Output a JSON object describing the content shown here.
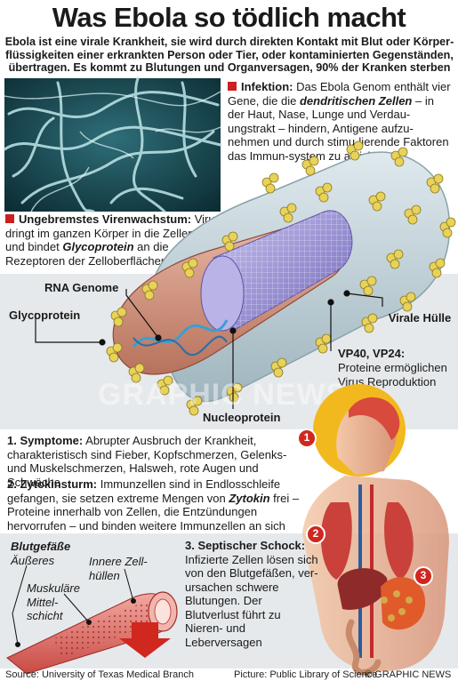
{
  "title": "Was Ebola so tödlich macht",
  "subtitle": "Ebola ist eine virale Krankheit, sie wird durch direkten Kontakt mit Blut oder Körper-flüssigkeiten einer erkrankten Person oder Tier, oder kontaminierten Gegenständen, übertragen. Es kommt zu Blutungen und Organversagen, 90% der Kranken sterben",
  "infektion": {
    "head": "Infektion:",
    "t1": " Das Ebola Genom enthält vier Gene, die die ",
    "em": "dendritischen Zellen",
    "t2": " – in der Haut, Nase, Lunge und Verdau-ungstrakt – hindern, Antigene aufzu-nehmen und durch stimu-lierende Faktoren das Immun-system zu aktivieren"
  },
  "wachstum": {
    "head": "Ungebremstes Virenwachstum:",
    "t1": " Virus dringt im ganzen Körper in die Zellen ein und bindet ",
    "em": "Glycoprotein",
    "t2": " an die Rezeptoren der Zelloberflächen"
  },
  "labels": {
    "rna": "RNA Genome",
    "glyco": "Glycoprotein",
    "huelle": "Virale Hülle",
    "vp": "VP40, VP24:",
    "vp_text": "Proteine ermöglichen Virus Reproduktion",
    "nucleo": "Nucleoprotein"
  },
  "watermark": "GRAPHIC NEWS",
  "symptome": {
    "head": "1. Symptome:",
    "text": " Abrupter Ausbruch der Krankheit, charakteristisch sind Fieber, Kopfschmerzen, Gelenks- und Muskelschmerzen, Halsweh, rote Augen und Schwäche"
  },
  "zytokin": {
    "head": "2. Zytokinsturm:",
    "t1": " Immunzellen sind in Endlosschleife gefangen, sie setzen extreme Mengen von ",
    "em": "Zytokin",
    "t2": " frei – Proteine innerhalb von Zellen, die Entzündungen hervorrufen – und binden weitere Immunzellen an sich"
  },
  "blutgefaesse": {
    "head": "Blutgefäße",
    "aeusseres": "Äußeres",
    "innere": "Innere Zell-hüllen",
    "muskel": "Muskuläre Mittel-schicht"
  },
  "schock": {
    "head": "3. Septischer Schock:",
    "text": " Infizierte Zellen lösen sich von den Blutgefäßen, ver-ursachen schwere Blutungen. Der Blutverlust führt zu Nieren- und Leberversagen"
  },
  "badges": [
    "1",
    "2",
    "3"
  ],
  "footer": {
    "source": "Source: University of Texas Medical Branch",
    "picture": "Picture: Public Library of Science",
    "copyright": "© GRAPHIC NEWS"
  },
  "colors": {
    "accent_red": "#cc1f1f",
    "band_gray": "#e6e9eb",
    "virus_yellow": "#e8d25a",
    "virus_body": "#c9d7dd"
  },
  "icons": [
    "micrograph-image",
    "virus-illustration",
    "human-body-illustration",
    "blood-vessel-illustration",
    "down-arrow-icon"
  ]
}
